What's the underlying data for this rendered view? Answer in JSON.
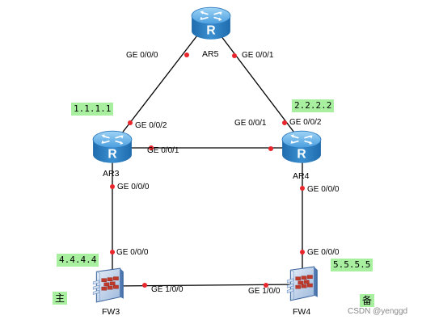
{
  "devices": {
    "ar5": {
      "name": "AR5"
    },
    "ar3": {
      "name": "AR3"
    },
    "ar4": {
      "name": "AR4"
    },
    "fw3": {
      "name": "FW3"
    },
    "fw4": {
      "name": "FW4"
    }
  },
  "router_icon_letter": "R",
  "interfaces": {
    "ar5_left": "GE 0/0/0",
    "ar5_right": "GE 0/0/1",
    "ar3_up": "GE 0/0/2",
    "ar3_right": "GE 0/0/1",
    "ar3_down": "GE 0/0/0",
    "ar4_up_left": "GE 0/0/1",
    "ar4_up_right": "GE 0/0/2",
    "ar4_down": "GE 0/0/0",
    "fw3_up": "GE 0/0/0",
    "fw3_right": "GE 1/0/0",
    "fw4_up": "GE 0/0/0",
    "fw4_left": "GE 1/0/0"
  },
  "router_ids": {
    "ar3": "1.1.1.1",
    "ar4": "2.2.2.2",
    "fw3": "4.4.4.4",
    "fw4": "5.5.5.5"
  },
  "roles": {
    "primary": "主",
    "backup": "备"
  },
  "watermark": "CSDN @yenggd",
  "colors": {
    "router_blue": "#3a8fd0",
    "firewall_blue": "#6a98cf",
    "port_dot": "#e8262b",
    "highlight_green": "#a8f0a0",
    "link": "#000000"
  },
  "icons": [
    "router-icon",
    "firewall-icon"
  ]
}
